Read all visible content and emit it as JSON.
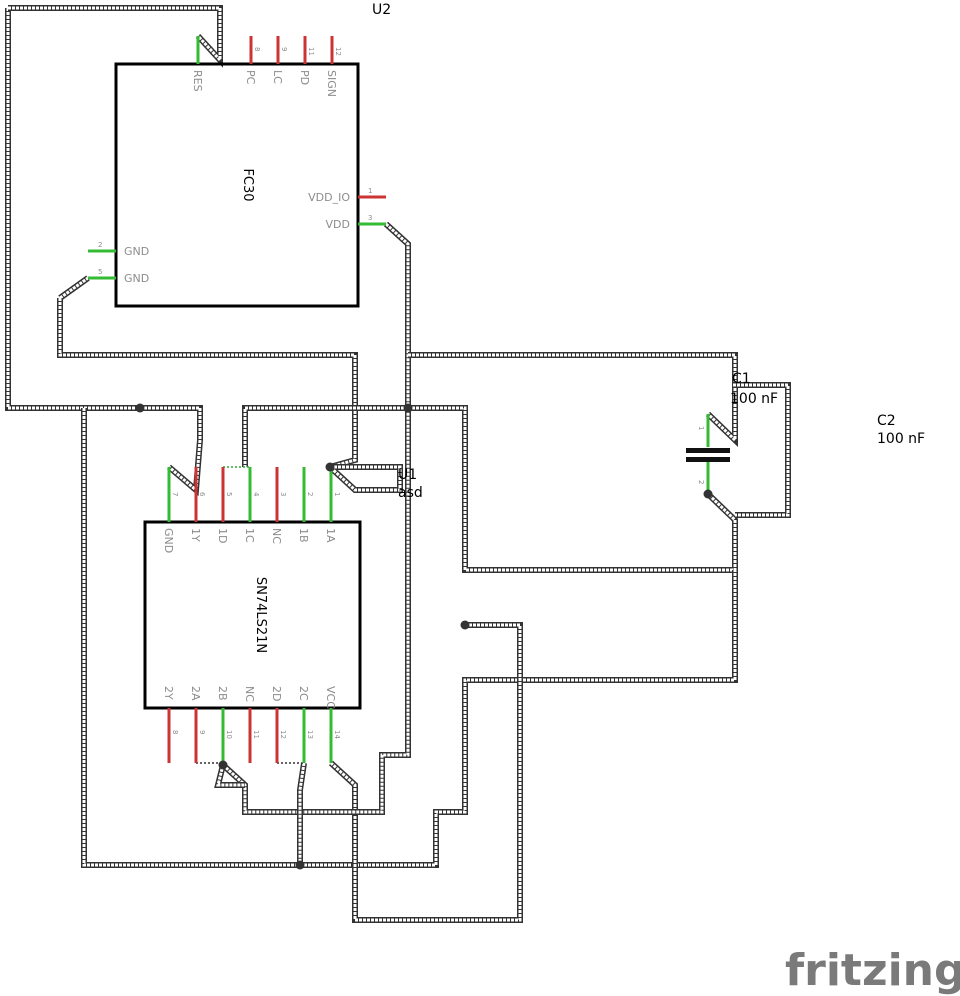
{
  "parts": {
    "u2": {
      "ref": "U2",
      "name": "FC30"
    },
    "u1": {
      "ref": "U1",
      "value": "asd",
      "name": "SN74LS21N"
    },
    "c1": {
      "ref": "C1",
      "value": "100 nF"
    },
    "c2": {
      "ref": "C2",
      "value": "100 nF"
    }
  },
  "fc30_pins": {
    "top": [
      {
        "num": "",
        "label": "RES",
        "color": "#33bb33"
      },
      {
        "num": "8",
        "label": "PC",
        "color": "#cc3333"
      },
      {
        "num": "9",
        "label": "LC",
        "color": "#cc3333"
      },
      {
        "num": "11",
        "label": "PD",
        "color": "#cc3333"
      },
      {
        "num": "12",
        "label": "SIGN",
        "color": "#cc3333"
      }
    ],
    "right": [
      {
        "num": "1",
        "label": "VDD_IO",
        "color": "#cc3333"
      },
      {
        "num": "3",
        "label": "VDD",
        "color": "#33bb33"
      }
    ],
    "left": [
      {
        "num": "2",
        "label": "GND",
        "color": "#33bb33"
      },
      {
        "num": "5",
        "label": "GND",
        "color": "#33bb33"
      }
    ]
  },
  "ic_pins": {
    "top": [
      {
        "num": "7",
        "label": "GND",
        "color": "#33bb33"
      },
      {
        "num": "6",
        "label": "1Y",
        "color": "#cc3333"
      },
      {
        "num": "5",
        "label": "1D",
        "color": "#cc3333"
      },
      {
        "num": "4",
        "label": "1C",
        "color": "#33bb33"
      },
      {
        "num": "3",
        "label": "NC",
        "color": "#cc3333"
      },
      {
        "num": "2",
        "label": "1B",
        "color": "#33bb33"
      },
      {
        "num": "1",
        "label": "1A",
        "color": "#33bb33"
      }
    ],
    "bottom": [
      {
        "num": "8",
        "label": "2Y",
        "color": "#cc3333"
      },
      {
        "num": "9",
        "label": "2A",
        "color": "#cc3333"
      },
      {
        "num": "10",
        "label": "2B",
        "color": "#33bb33"
      },
      {
        "num": "11",
        "label": "NC",
        "color": "#cc3333"
      },
      {
        "num": "12",
        "label": "2D",
        "color": "#cc3333"
      },
      {
        "num": "13",
        "label": "2C",
        "color": "#33bb33"
      },
      {
        "num": "14",
        "label": "VCC",
        "color": "#33bb33"
      }
    ]
  },
  "cap_pins": {
    "pin1": "1",
    "pin2": "2"
  },
  "logo": {
    "text": "fritzing"
  },
  "colors": {
    "connected_pin": "#33bb33",
    "unconnected_pin": "#cc3333",
    "wire": "#333333",
    "outline": "#000000"
  }
}
